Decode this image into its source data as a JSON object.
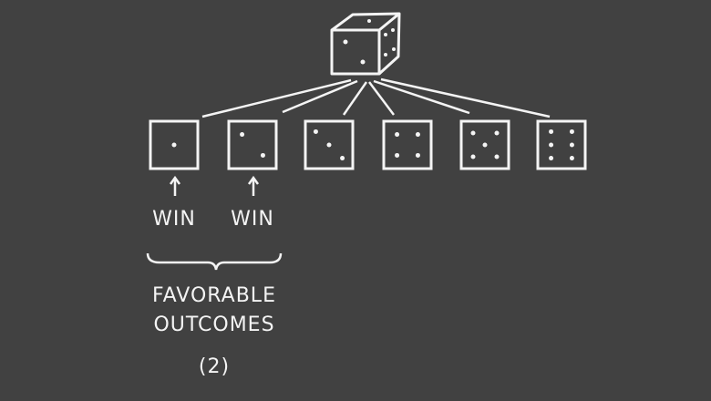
{
  "outcomes": [
    {
      "pips": 1,
      "label": "WIN"
    },
    {
      "pips": 2,
      "label": "WIN"
    },
    {
      "pips": 3
    },
    {
      "pips": 4
    },
    {
      "pips": 5
    },
    {
      "pips": 6
    }
  ],
  "favorable": {
    "line1": "FAVORABLE",
    "line2": "OUTCOMES",
    "count": "(2)"
  },
  "colors": {
    "background": "#414141",
    "chalk": "#f4f4f4"
  }
}
